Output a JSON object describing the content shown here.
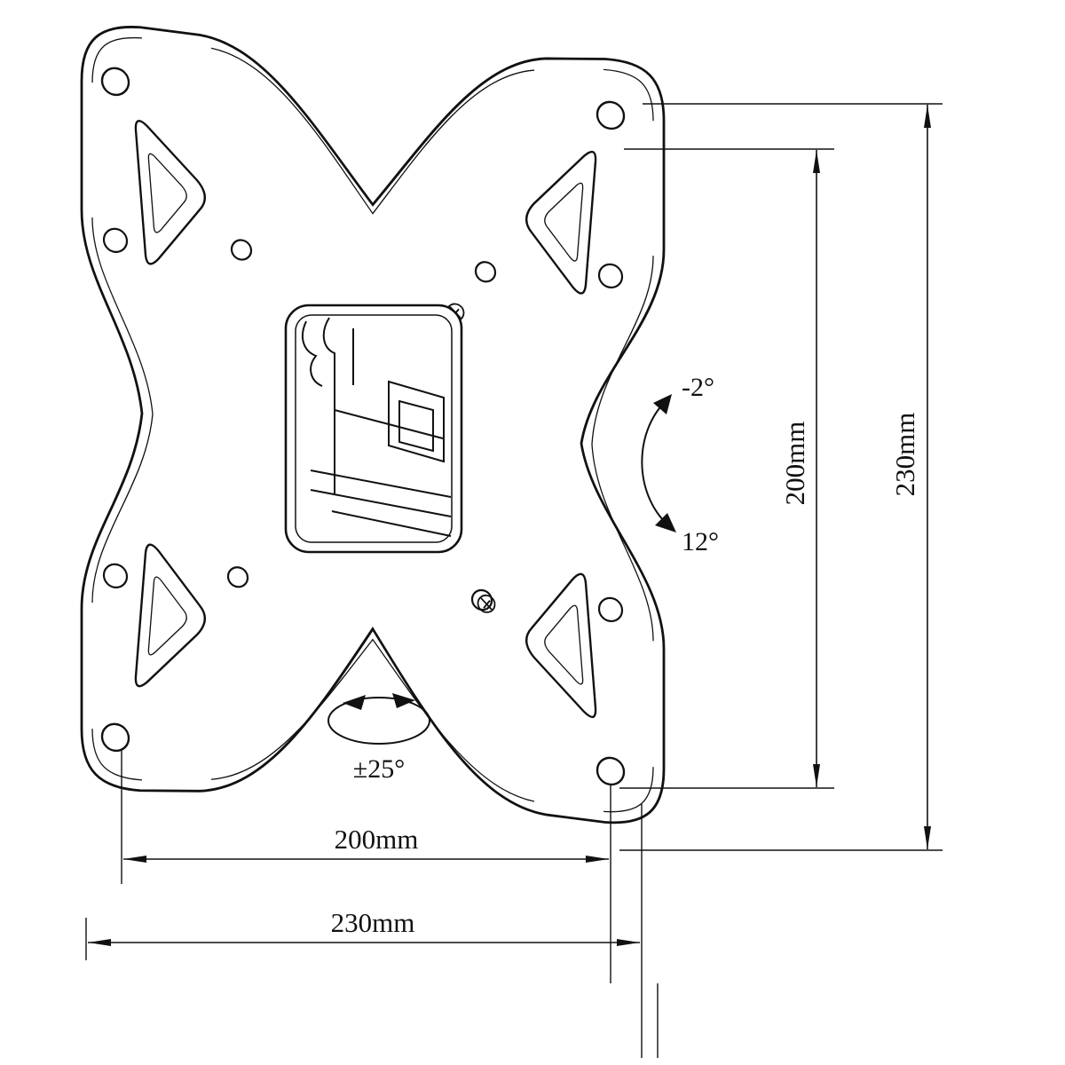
{
  "dimensions": {
    "height_inner": "200mm",
    "height_outer": "230mm",
    "width_inner": "200mm",
    "width_outer": "230mm"
  },
  "angles": {
    "tilt_up": "-2°",
    "tilt_down": "12°",
    "swivel": "±25°"
  }
}
